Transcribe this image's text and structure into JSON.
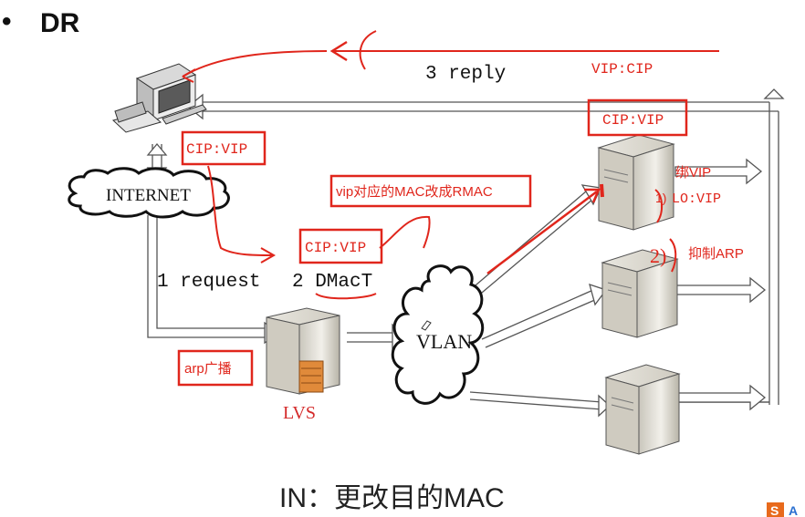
{
  "heading": {
    "bullet": "•",
    "title": "DR"
  },
  "labels": {
    "internet": "INTERNET",
    "vlan": "VLAN",
    "lvs": "LVS",
    "request": "1 request",
    "dmact": "2 DMacT",
    "reply": "3 reply",
    "caption": "IN：更改目的MAC"
  },
  "annotations": {
    "cip_vip_client": "CIP:VIP",
    "cip_vip_mid": "CIP:VIP",
    "cip_vip_top": "CIP:VIP",
    "vip_cip": "VIP:CIP",
    "vip_mac_note": "vip对应的MAC改成RMAC",
    "arp_broadcast": "arp广播",
    "bind_vip": "绑VIP",
    "lo_vip": "LO:VIP",
    "suppress_arp": "抑制ARP",
    "num_1": "1)",
    "num_2": "2)"
  },
  "corner_logo": {
    "left": "S",
    "right": "A"
  },
  "colors": {
    "red": "#e0261c",
    "dark": "#222222",
    "lvs_red": "#d42a2a",
    "arrow": "#ffffff",
    "arrow_stroke": "#555555"
  }
}
